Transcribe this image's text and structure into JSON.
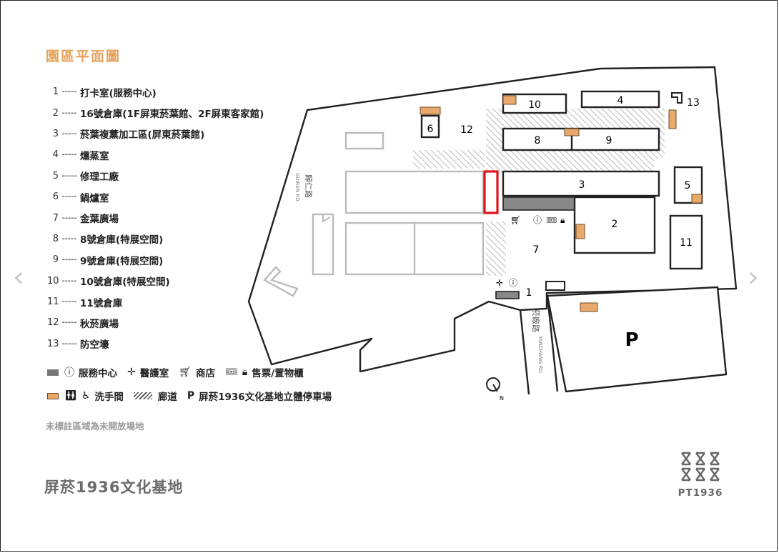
{
  "title": "園區平面圖",
  "legend": [
    {
      "num": "1",
      "label": "打卡室(服務中心)"
    },
    {
      "num": "2",
      "label": "16號倉庫(1F屏東菸葉館、2F屏東客家館)"
    },
    {
      "num": "3",
      "label": "菸葉複薰加工區(屏東菸葉館)"
    },
    {
      "num": "4",
      "label": "燻蒸室"
    },
    {
      "num": "5",
      "label": "修理工廠"
    },
    {
      "num": "6",
      "label": "鍋爐室"
    },
    {
      "num": "7",
      "label": "金葉廣場"
    },
    {
      "num": "8",
      "label": "8號倉庫(特展空間)"
    },
    {
      "num": "9",
      "label": "9號倉庫(特展空間)"
    },
    {
      "num": "10",
      "label": "10號倉庫(特展空間)"
    },
    {
      "num": "11",
      "label": "11號倉庫"
    },
    {
      "num": "12",
      "label": "秋菸廣場"
    },
    {
      "num": "13",
      "label": "防空壕"
    }
  ],
  "keys": {
    "service": "服務中心",
    "medical": "醫護室",
    "shop": "商店",
    "ticket": "售票/置物櫃",
    "toilet": "洗手間",
    "corridor": "廊道",
    "parking": "屏菸1936文化基地立體停車場"
  },
  "note": "未標註區域為未開放場地",
  "footer": "屏菸1936文化基地",
  "logo_text": "PT1936",
  "map": {
    "building_numbers": {
      "b1": "1",
      "b2": "2",
      "b3": "3",
      "b4": "4",
      "b5": "5",
      "b6": "6",
      "b7": "7",
      "b8": "8",
      "b9": "9",
      "b10": "10",
      "b11": "11",
      "b12": "12",
      "b13": "13"
    },
    "roads": {
      "guiren_zh": "歸仁路",
      "guiren_en": "GUIREN RD.",
      "yanchang_zh": "菸廠路",
      "yanchang_en": "YANCHANG RD."
    },
    "parking_symbol": "P",
    "compass_label": "N"
  },
  "nav": {
    "prev": "‹",
    "next": "›"
  },
  "colors": {
    "accent": "#e5a15a",
    "highlight": "#e0151b",
    "gray_fill": "#888888",
    "toilet": "#e9a96a"
  }
}
